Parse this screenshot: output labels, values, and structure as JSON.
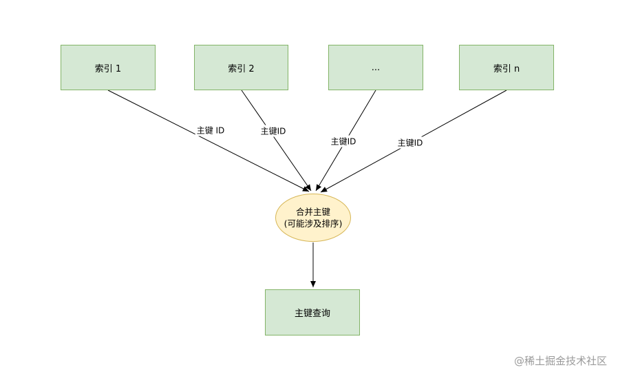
{
  "diagram": {
    "nodes": {
      "index1": {
        "label": "索引 1"
      },
      "index2": {
        "label": "索引 2"
      },
      "index3": {
        "label": "..."
      },
      "indexN": {
        "label": "索引 n"
      },
      "merge": {
        "line1": "合并主键",
        "line2": "(可能涉及排序)"
      },
      "query": {
        "label": "主键查询"
      }
    },
    "edge_labels": [
      "主键 ID",
      "主键ID",
      "主键ID",
      "主键ID"
    ],
    "colors": {
      "box_fill": "#d5e8d4",
      "box_border": "#82b366",
      "ellipse_fill": "#fff2cc",
      "ellipse_border": "#d6b656",
      "arrow": "#000000",
      "watermark_gray": "#9a9a9a"
    }
  },
  "watermark": "@稀土掘金技术社区"
}
